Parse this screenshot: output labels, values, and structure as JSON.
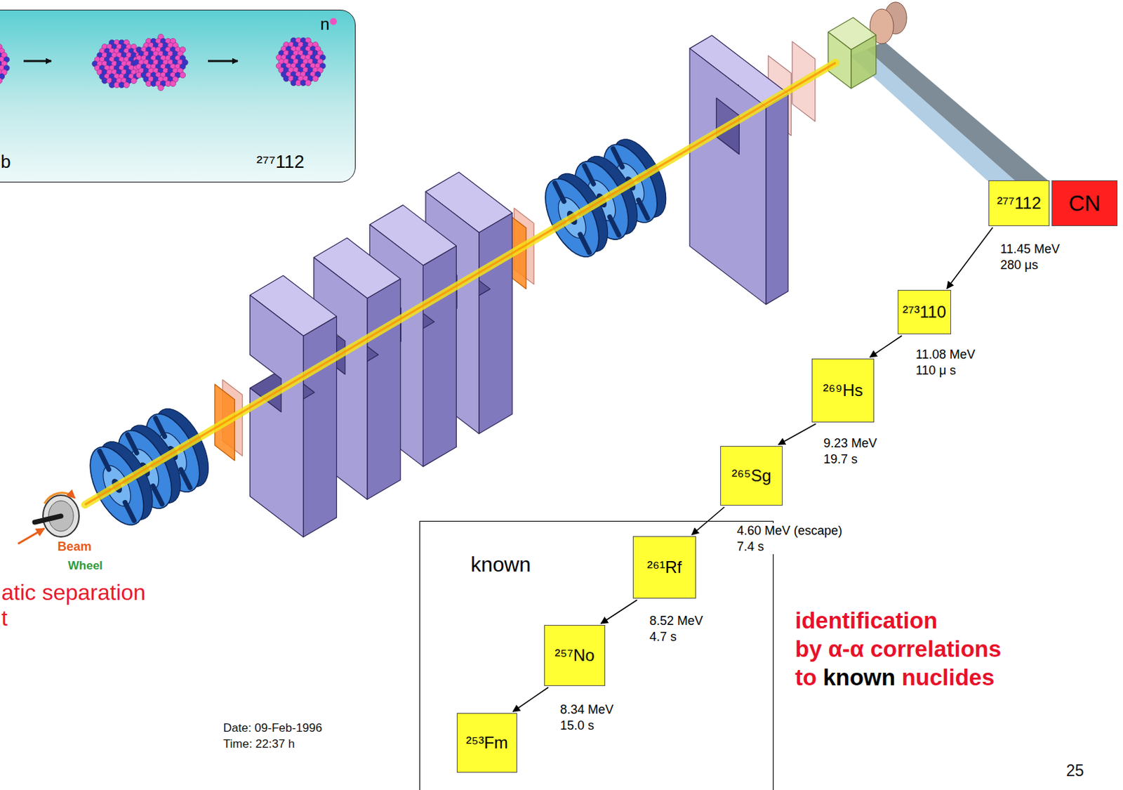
{
  "diagram": {
    "nodes": [
      {
        "text": [
          "n",
          "b",
          "²⁷⁷112"
        ]
      },
      {
        "text": [
          "²⁷⁷112"
        ]
      },
      {
        "text": [
          "CN"
        ]
      },
      {
        "text": [
          "²⁷³110"
        ]
      },
      {
        "text": [
          "²⁶⁹Hs"
        ]
      },
      {
        "text": [
          "²⁶⁵Sg"
        ]
      },
      {
        "text": [
          "known"
        ]
      },
      {
        "text": [
          "²⁶¹Rf"
        ],
        "in": 6
      },
      {
        "text": [
          "²⁵⁷No"
        ],
        "in": 6
      },
      {
        "text": [
          "²⁵³Fm"
        ],
        "in": 6
      }
    ],
    "edges": [
      {
        "from": 1,
        "to": 3,
        "arrow": "to",
        "label": "11.45 MeV 280 μs"
      },
      {
        "from": 3,
        "to": 4,
        "arrow": "to",
        "label": "11.08 MeV 110 μ s"
      },
      {
        "from": 4,
        "to": 5,
        "arrow": "to",
        "label": "9.23 MeV 19.7 s"
      },
      {
        "from": 5,
        "to": 7,
        "arrow": "to",
        "label": "4.60 MeV (escape) 7.4 s"
      },
      {
        "from": 7,
        "to": 8,
        "arrow": "to",
        "label": "8.52 MeV 4.7 s"
      },
      {
        "from": 8,
        "to": 9,
        "arrow": "to",
        "label": "8.34 MeV 15.0 s"
      }
    ],
    "labels": [
      "Beam",
      "Wheel",
      "atic separation",
      "t",
      "identification",
      "by α-α correlations",
      "to",
      "known",
      "nuclides",
      "Date: 09-Feb-1996",
      "Time: 22:37 h",
      "25"
    ]
  }
}
